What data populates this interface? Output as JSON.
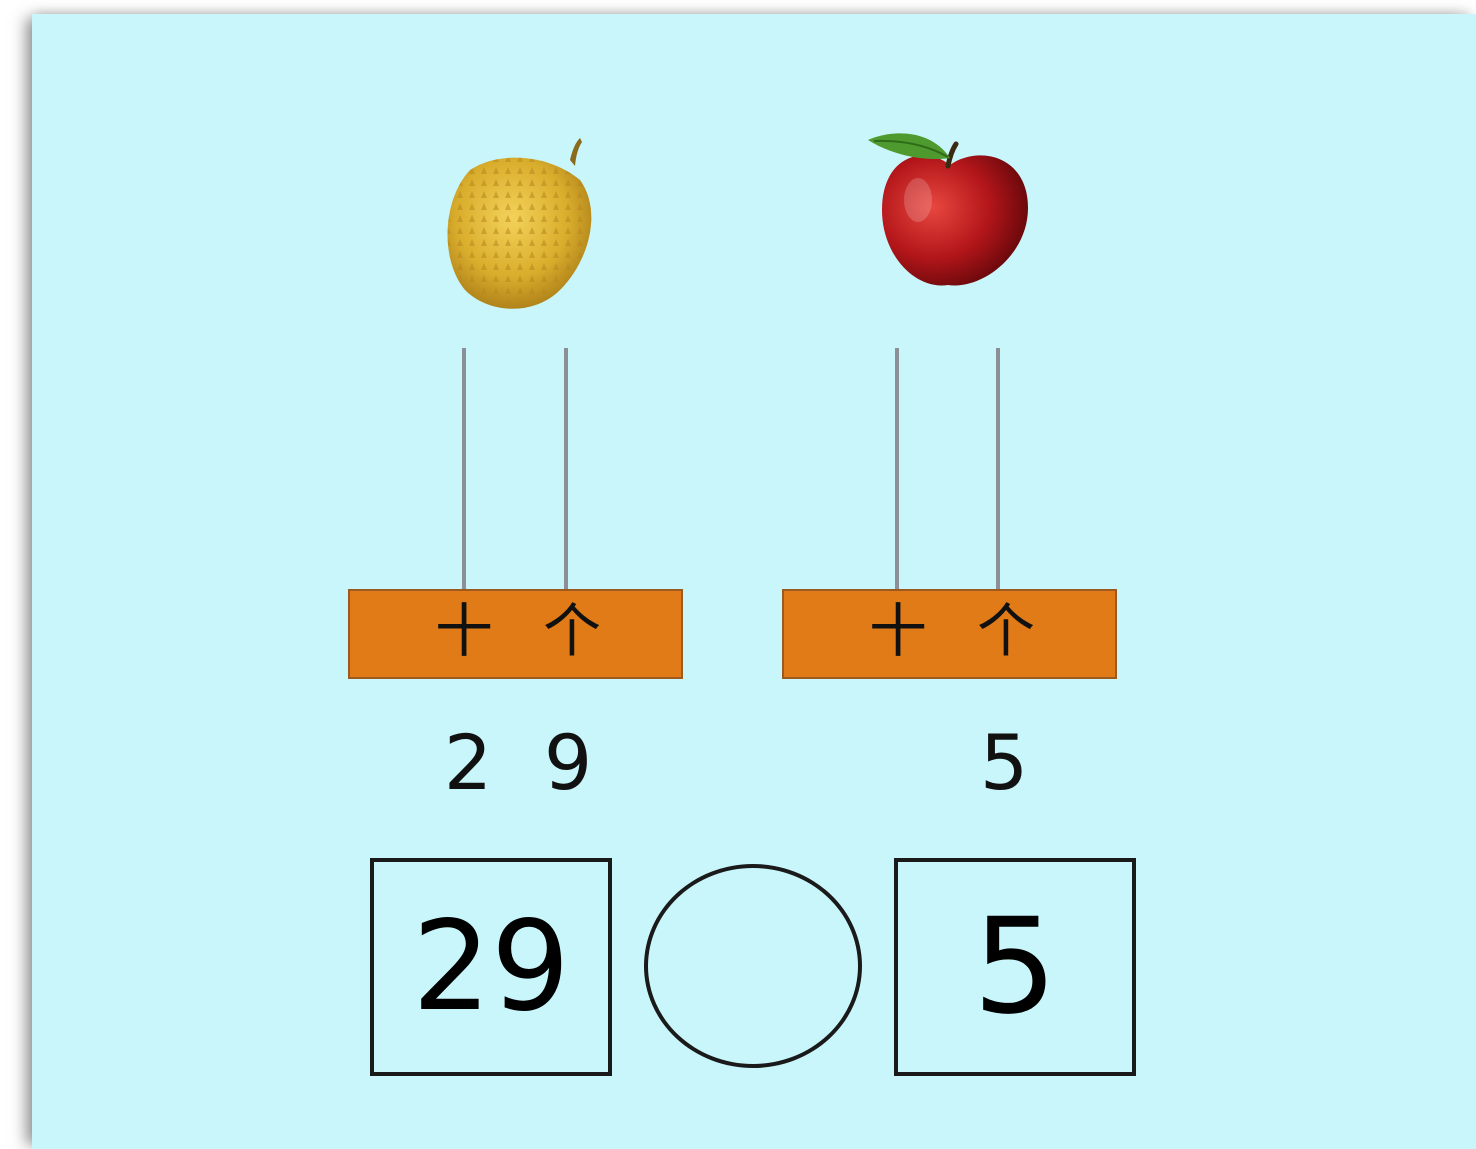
{
  "abacus": {
    "left": {
      "fruit": "durian-icon",
      "tens_label": "十",
      "ones_label": "个",
      "tens_digit": "2",
      "ones_digit": "9"
    },
    "right": {
      "fruit": "apple-icon",
      "tens_label": "十",
      "ones_label": "个",
      "tens_digit": "",
      "ones_digit": "5"
    }
  },
  "comparison": {
    "left_value": "29",
    "operator": "",
    "right_value": "5"
  },
  "colors": {
    "background": "#c8f6fb",
    "abacus_base": "#e07b17",
    "rod": "#8c8f95"
  }
}
